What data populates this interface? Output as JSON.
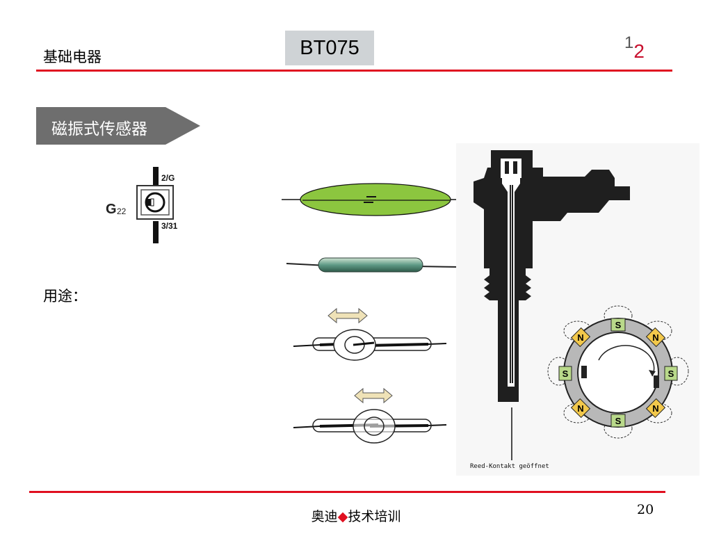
{
  "header": {
    "title": "基础电器",
    "code": "BT075",
    "page_indicator_a": "1",
    "page_indicator_b": "2"
  },
  "section": {
    "label": "磁振式传感器"
  },
  "symbol": {
    "designator": "G",
    "designator_sub": "22",
    "pin_top": "2/G",
    "pin_bottom": "3/31"
  },
  "body": {
    "usage_label": "用途："
  },
  "figure": {
    "caption": "Reed-Kontakt geöffnet",
    "magnet_labels": [
      "S",
      "N",
      "S",
      "N",
      "S",
      "N",
      "S",
      "N"
    ]
  },
  "footer": {
    "brand": "奥迪",
    "diamond": "◆",
    "text": "技术培训",
    "page_number": "20"
  },
  "colors": {
    "accent_red": "#e01020",
    "code_box_bg": "#cfd3d6",
    "section_bg": "#6e6e6e",
    "reed_green": "#8cc63f",
    "magnet_n": "#f2c84b",
    "magnet_s": "#b9d98a"
  }
}
